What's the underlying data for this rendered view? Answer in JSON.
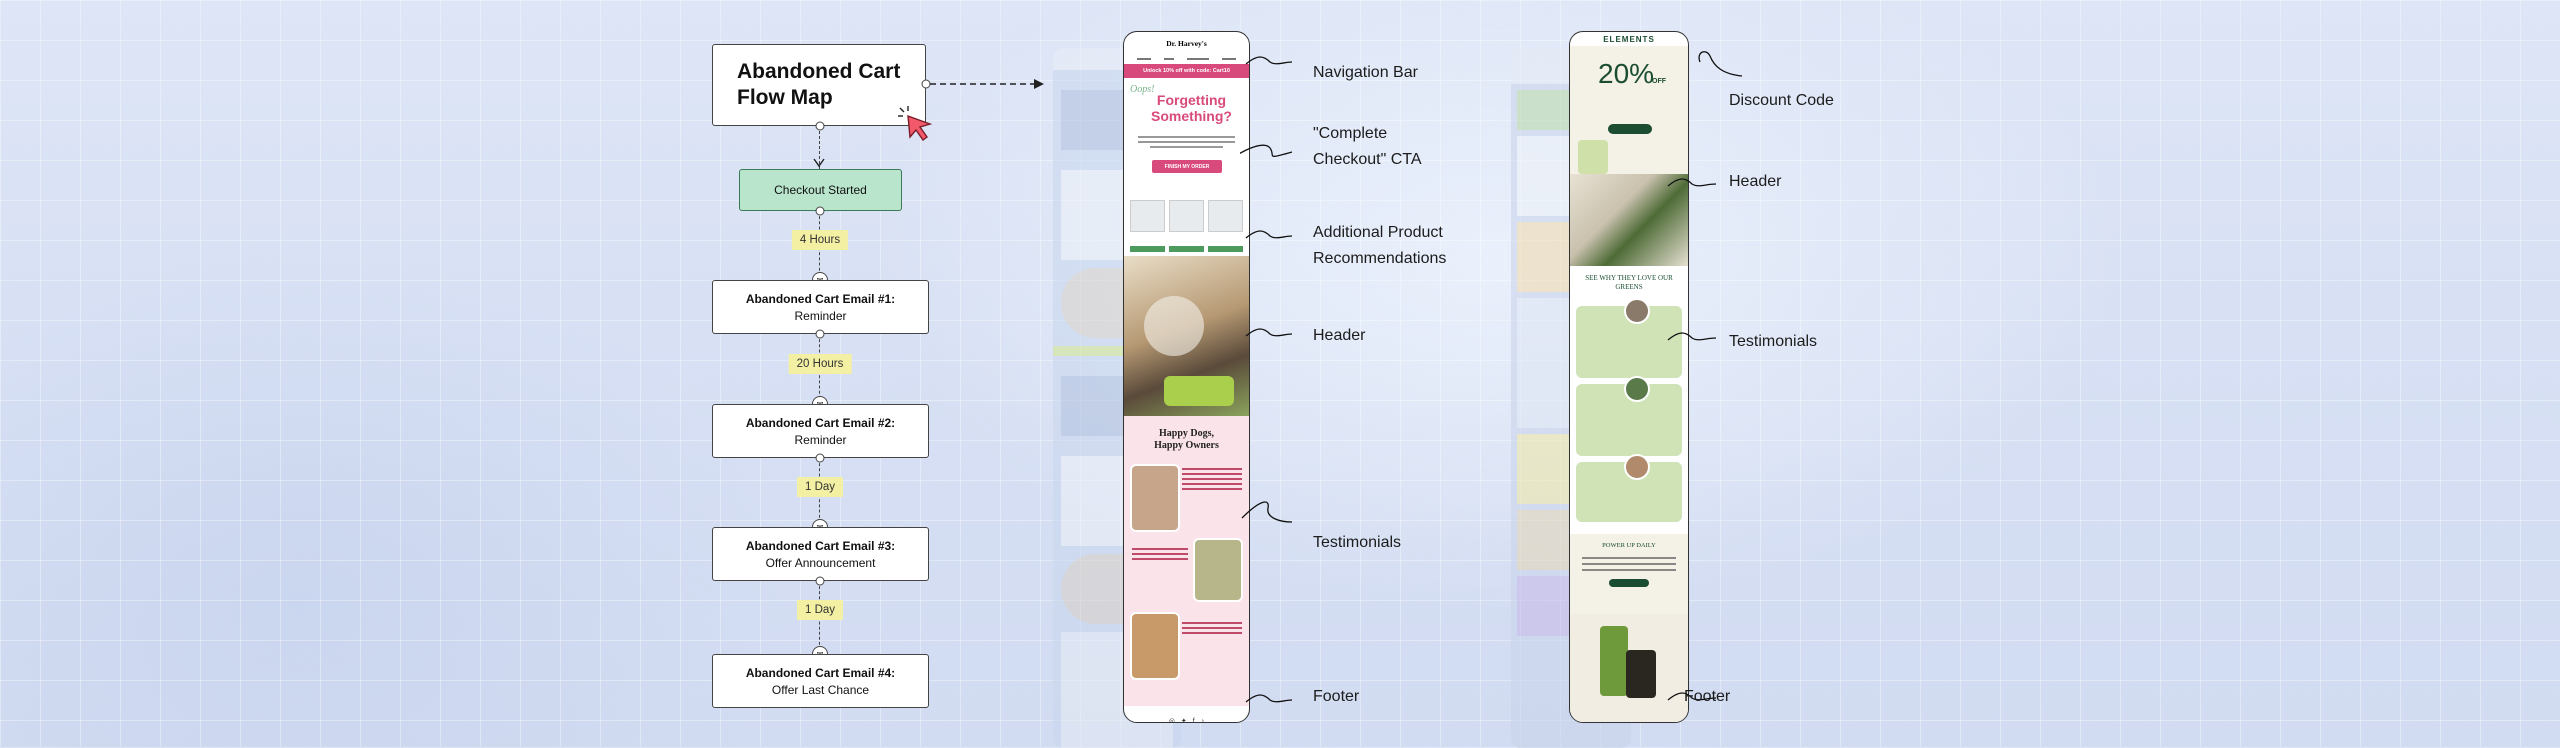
{
  "flow": {
    "title_line1": "Abandoned Cart",
    "title_line2": "Flow Map",
    "start": "Checkout Started",
    "delays": [
      "4 Hours",
      "20 Hours",
      "1 Day",
      "1 Day"
    ],
    "emails": [
      {
        "title": "Abandoned Cart Email #1:",
        "subtitle": "Reminder"
      },
      {
        "title": "Abandoned Cart Email #2:",
        "subtitle": "Reminder"
      },
      {
        "title": "Abandoned Cart Email #3:",
        "subtitle": "Offer Announcement"
      },
      {
        "title": "Abandoned Cart Email #4:",
        "subtitle": "Offer Last Chance"
      }
    ]
  },
  "email_a": {
    "brand": "Dr. Harvey's",
    "promo": "Unlock 10% off with code: Cart10",
    "oops": "Oops!",
    "heading": "Forgetting Something?",
    "cta": "FINISH MY ORDER",
    "section_title_1": "Happy Dogs,",
    "section_title_2": "Happy Owners",
    "labels": {
      "nav": "Navigation Bar",
      "cta_1": "\"Complete",
      "cta_2": "Checkout\" CTA",
      "recs_1": "Additional Product",
      "recs_2": "Recommendations",
      "header": "Header",
      "testimonials": "Testimonials",
      "footer": "Footer"
    }
  },
  "email_b": {
    "brand": "ELEMENTS",
    "discount": "20%",
    "off": "OFF",
    "section": "SEE WHY THEY LOVE OUR GREENS",
    "power": "POWER UP DAILY",
    "labels": {
      "discount": "Discount Code",
      "header": "Header",
      "testimonials": "Testimonials",
      "footer": "Footer"
    }
  },
  "colors": {
    "accent": "#d94a7c",
    "mint": "#b8e5cb",
    "delay": "#f3f0a4",
    "green": "#1b4d33"
  }
}
